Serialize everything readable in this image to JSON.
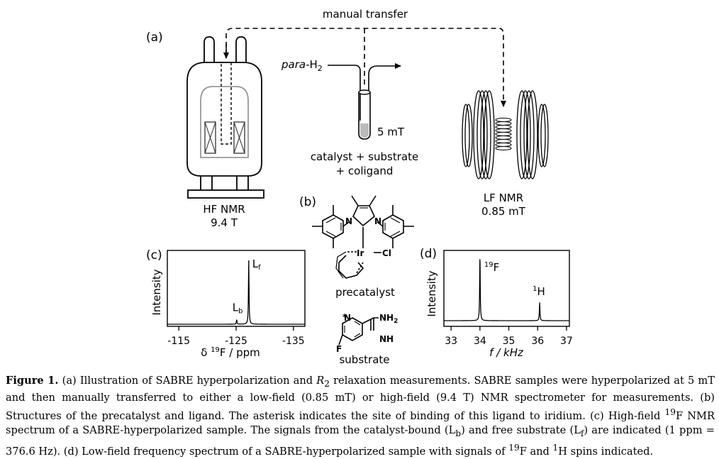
{
  "panel_a": {
    "label": "(a)",
    "manual_transfer": "manual transfer",
    "para_h2_italic": "para",
    "para_h2_rest": "-H",
    "para_h2_sub": "2",
    "field_5mT": "5 mT",
    "sample_line1": "catalyst + substrate",
    "sample_line2": "+ coligand",
    "hf_line1": "HF NMR",
    "hf_line2": "9.4 T",
    "lf_line1": "LF NMR",
    "lf_line2": "0.85 mT"
  },
  "panel_b": {
    "label": "(b)",
    "precatalyst": "precatalyst",
    "substrate": "substrate",
    "atoms": {
      "ir": "Ir",
      "cl": "Cl",
      "n": "N",
      "f": "F",
      "nh2": "NH",
      "nh2_sub": "2",
      "nh": "NH",
      "asterisk": "*"
    }
  },
  "panel_c": {
    "label": "(c)",
    "ylabel": "Intensity",
    "xlabel_delta": "δ ",
    "xlabel_sup": "19",
    "xlabel_rest": "F / ppm",
    "peak_labels": {
      "Lf_main": "L",
      "Lf_sub": "f",
      "Lb_main": "L",
      "Lb_sub": "b"
    }
  },
  "panel_d": {
    "label": "(d)",
    "ylabel": "Intensity",
    "xlabel": "f / kHz",
    "peak_labels": {
      "F_sup": "19",
      "F_main": "F",
      "H_sup": "1",
      "H_main": "H"
    }
  },
  "chart_data": [
    {
      "type": "line",
      "panel": "c",
      "xlabel": "δ 19F / ppm",
      "ylabel": "Intensity",
      "xlim": [
        -113,
        -137
      ],
      "x_ticks": [
        -115,
        -125,
        -135
      ],
      "x_tick_labels": [
        "-115",
        "-125",
        "-135"
      ],
      "peaks": [
        {
          "label": "Lb",
          "x": -125.1,
          "intensity": 0.07
        },
        {
          "label": "Lf",
          "x": -127.2,
          "intensity": 1.0
        }
      ]
    },
    {
      "type": "line",
      "panel": "d",
      "xlabel": "f / kHz",
      "ylabel": "Intensity",
      "xlim": [
        32.75,
        37.1
      ],
      "x_ticks": [
        33,
        34,
        35,
        36,
        37
      ],
      "x_tick_labels": [
        "33",
        "34",
        "35",
        "36",
        "37"
      ],
      "peaks": [
        {
          "label": "19F",
          "x": 34.0,
          "intensity": 1.0
        },
        {
          "label": "1H",
          "x": 36.07,
          "intensity": 0.28
        }
      ]
    }
  ],
  "caption": {
    "fig_label": "Figure 1.",
    "t1": " (a) Illustration of SABRE hyperpolarization and ",
    "r_main": "R",
    "r_sub": "2",
    "t2": " relaxation measurements. SABRE samples were hyperpolarized at 5 mT and then manually transferred to either a low-field (0.85 mT) or high-field (9.4 T) NMR spectrometer for measurements. (b) Structures of the precatalyst and ligand. The asterisk indicates the site of binding of this ligand to iridium. (c) High-field ",
    "sup19a": "19",
    "t3": "F NMR spectrum of a SABRE-hyperpolarized sample. The signals from the catalyst-bound (L",
    "sub_b": "b",
    "t4": ") and free substrate (L",
    "sub_f": "f",
    "t5": ") are indicated (1 ppm = 376.6 Hz). (d) Low-field frequency spectrum of a SABRE-hyperpolarized sample with signals of ",
    "sup19b": "19",
    "t6": "F and ",
    "sup1": "1",
    "t7": "H spins indicated."
  }
}
